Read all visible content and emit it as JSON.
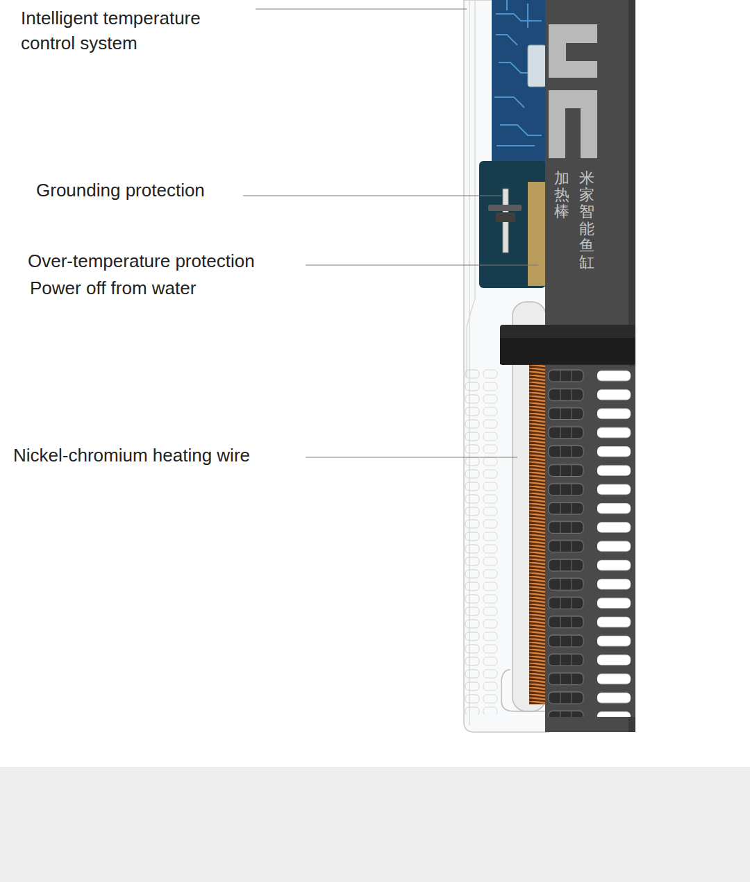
{
  "diagram": {
    "labels": [
      "Intelligent temperature control system",
      "Grounding protection",
      "Over-temperature protection",
      "Power off from water",
      "Nickel-chromium heating wire",
      "米家智能鱼缸",
      "加热棒"
    ]
  }
}
